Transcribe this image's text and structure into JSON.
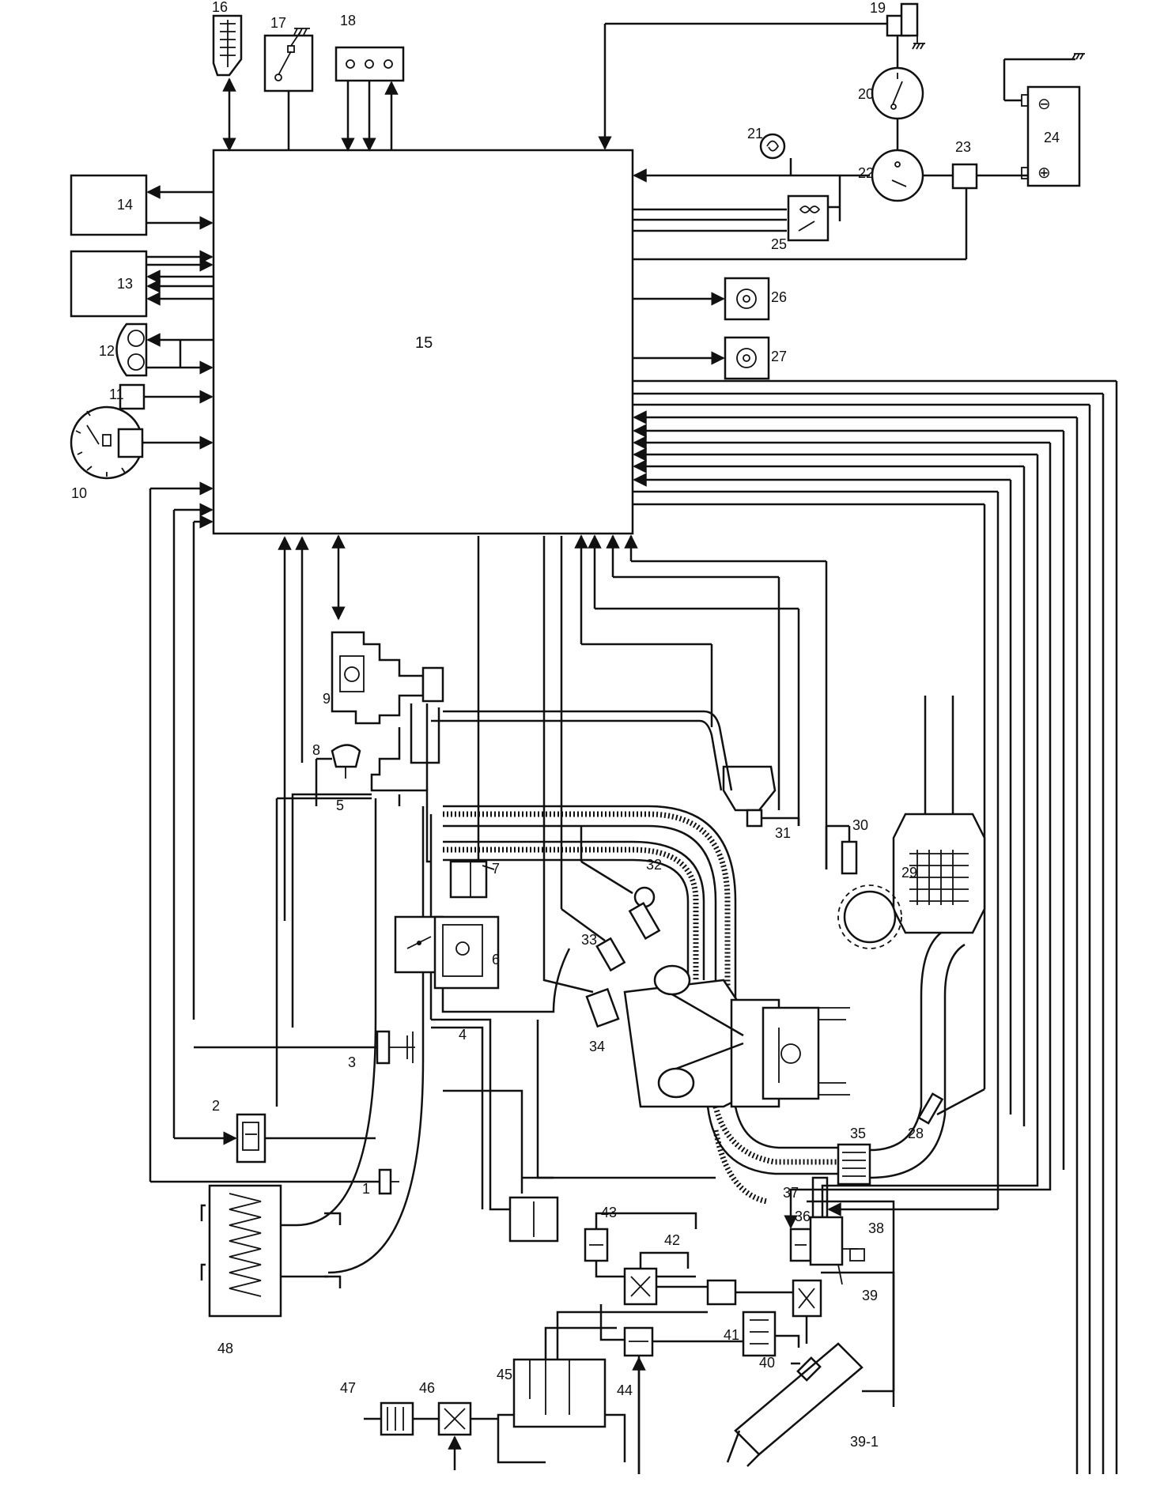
{
  "labels": {
    "c1": "1",
    "c2": "2",
    "c3": "3",
    "c4": "4",
    "c5": "5",
    "c6": "6",
    "c7": "7",
    "c8": "8",
    "c9": "9",
    "c10": "10",
    "c11": "11",
    "c12": "12",
    "c13": "13",
    "c14": "14",
    "c15": "15",
    "c16": "16",
    "c17": "17",
    "c18": "18",
    "c19": "19",
    "c20": "20",
    "c21": "21",
    "c22": "22",
    "c23": "23",
    "c24": "24",
    "c25": "25",
    "c26": "26",
    "c27": "27",
    "c28": "28",
    "c29": "29",
    "c30": "30",
    "c31": "31",
    "c32": "32",
    "c33": "33",
    "c34": "34",
    "c35": "35",
    "c36": "36",
    "c37": "37",
    "c38": "38",
    "c39": "39",
    "c39_1": "39-1",
    "c40": "40",
    "c41": "41",
    "c42": "42",
    "c43": "43",
    "c44": "44",
    "c45": "45",
    "c46": "46",
    "c47": "47",
    "c48": "48"
  },
  "battery": {
    "minus": "⊖",
    "plus": "⊕"
  },
  "colors": {
    "ink": "#111111",
    "paper": "#ffffff"
  }
}
